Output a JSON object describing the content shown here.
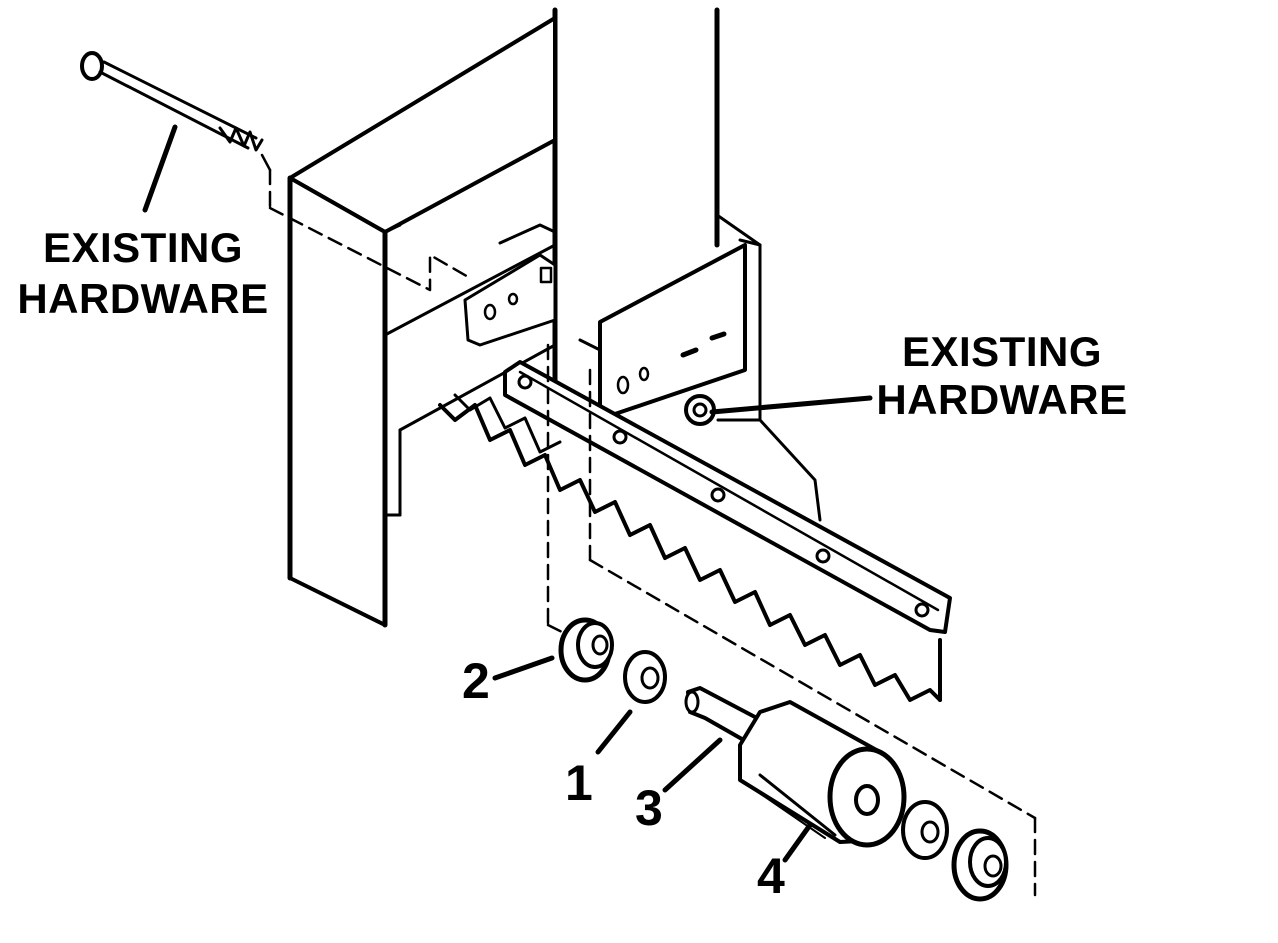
{
  "labels": {
    "hardware_left_line1": "EXISTING",
    "hardware_left_line2": "HARDWARE",
    "hardware_right_line1": "EXISTING",
    "hardware_right_line2": "HARDWARE",
    "callout_1": "1",
    "callout_2": "2",
    "callout_3": "3",
    "callout_4": "4"
  }
}
